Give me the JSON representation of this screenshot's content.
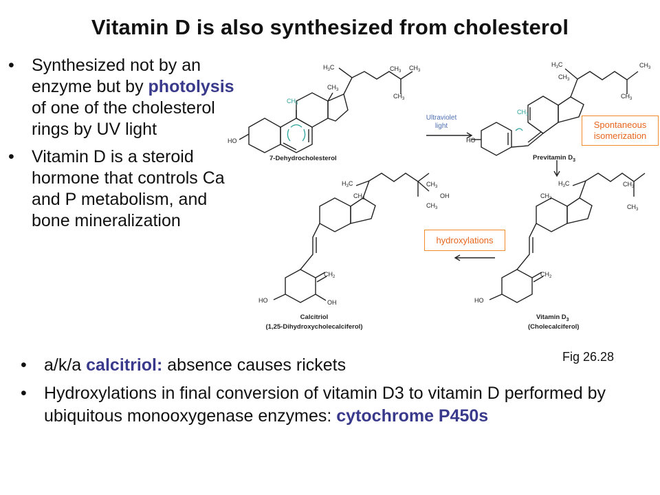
{
  "title": "Vitamin D is also synthesized from cholesterol",
  "bullets_top": [
    {
      "pre": "Synthesized not by an enzyme but by ",
      "hl": "photolysis",
      "post": " of one of the cholesterol rings by UV light"
    },
    {
      "pre": "Vitamin D is a steroid hormone that controls Ca and P metabolism, and bone mineralization",
      "hl": "",
      "post": ""
    }
  ],
  "bullets_bottom": [
    {
      "pre": "a/k/a ",
      "hl": "calcitriol:",
      "post": " absence causes rickets"
    },
    {
      "pre": "Hydroxylations in final conversion of vitamin D3 to vitamin D performed by ubiquitous monooxygenase enzymes: ",
      "hl": "cytochrome P450s",
      "post": ""
    }
  ],
  "figure_ref": "Fig 26.28",
  "diagram": {
    "uv_label": [
      "Ultraviolet",
      "light"
    ],
    "spontaneous_label": [
      "Spontaneous",
      "isomerization"
    ],
    "hydroxylations_label": "hydroxylations",
    "mol_7dhc": "7-Dehydrocholesterol",
    "mol_previtamin": "Previtamin D",
    "mol_previtamin_sub": "3",
    "mol_vitd3": "Vitamin D",
    "mol_vitd3_sub": "3",
    "mol_vitd3_alt": "(Cholecalciferol)",
    "mol_calcitriol": "Calcitriol",
    "mol_calcitriol_alt": "(1,25-Dihydroxycholecalciferol)",
    "atom_ch3": "CH",
    "atom_ch3_sub": "3",
    "atom_h3c": "H",
    "atom_h3c_sub": "3",
    "atom_h3c_c": "C",
    "atom_ho": "HO",
    "atom_oh": "OH",
    "atom_ch2": "CH",
    "atom_ch2_sub": "2"
  },
  "colors": {
    "highlight": "#3a3a8c",
    "orange": "#e8651d",
    "teal": "#2aa19a",
    "uv_blue": "#4d6fb2"
  }
}
